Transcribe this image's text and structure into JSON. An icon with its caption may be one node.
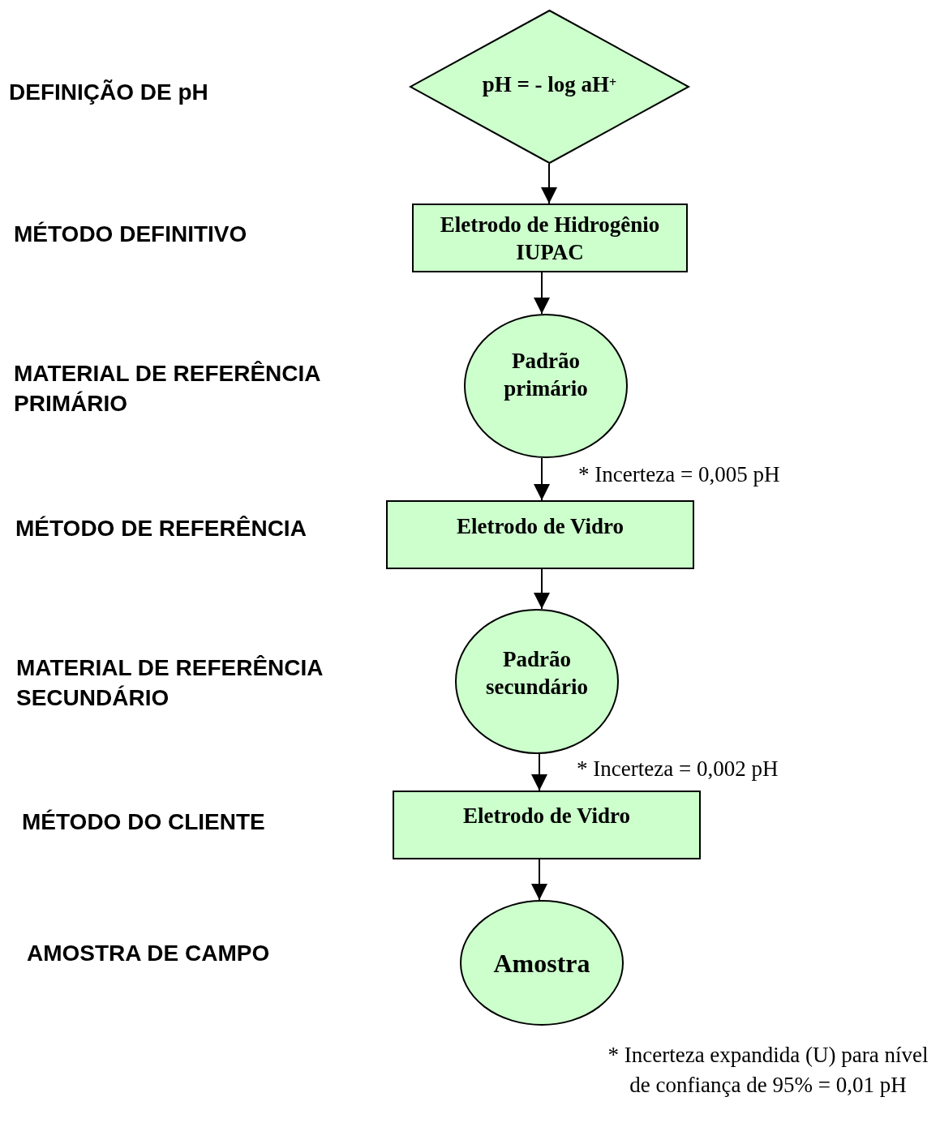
{
  "diagram": {
    "nodes": [
      {
        "text": [
          "pH  =  - log aH$^{+}$"
        ]
      },
      {
        "text": [
          "Eletrodo de Hidrogênio IUPAC"
        ]
      },
      {
        "text": [
          "Padrão primário"
        ]
      },
      {
        "text": [
          "Eletrodo de Vidro"
        ]
      },
      {
        "text": [
          "Padrão secundário"
        ]
      },
      {
        "text": [
          "Eletrodo de Vidro"
        ]
      },
      {
        "text": [
          "Amostra"
        ]
      }
    ],
    "edges": [
      {
        "from": 0,
        "to": 1,
        "arrow": "to"
      },
      {
        "from": 1,
        "to": 2,
        "arrow": "to"
      },
      {
        "from": 2,
        "to": 3,
        "arrow": "to",
        "label": "* Incerteza = 0,005 pH"
      },
      {
        "from": 3,
        "to": 4,
        "arrow": "to"
      },
      {
        "from": 4,
        "to": 5,
        "arrow": "to",
        "label": "* Incerteza = 0,002 pH"
      },
      {
        "from": 5,
        "to": 6,
        "arrow": "to"
      }
    ],
    "labels": [
      "DEFINIÇÃO DE pH",
      "MÉTODO DEFINITIVO",
      "MATERIAL DE REFERÊNCIA PRIMÁRIO",
      "MÉTODO DE REFERÊNCIA",
      "MATERIAL DE REFERÊNCIA SECUNDÁRIO",
      "MÉTODO DO CLIENTE",
      "AMOSTRA DE CAMPO",
      "* Incerteza expandida (U) para nível de confiança de 95% = 0,01 pH"
    ]
  }
}
